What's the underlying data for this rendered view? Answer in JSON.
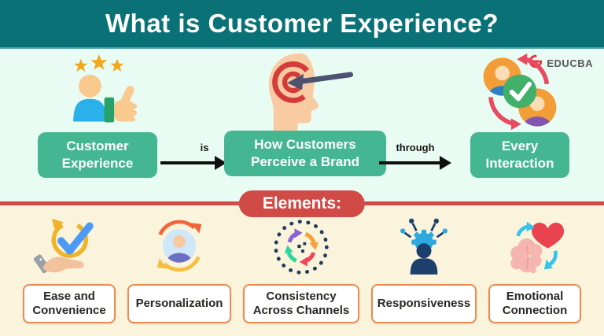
{
  "header": {
    "title": "What is Customer Experience?",
    "bg_color": "#0a7276"
  },
  "logo": {
    "brand": "EDUCBA",
    "icon": "educba-swirl-icon",
    "accent_color": "#e23a44"
  },
  "flow": {
    "node_color": "#45b692",
    "nodes": [
      {
        "label": "Customer Experience",
        "icon": "satisfied-customer-icon"
      },
      {
        "label": "How Customers Perceive a Brand",
        "icon": "brand-perception-icon"
      },
      {
        "label": "Every Interaction",
        "icon": "interaction-cycle-icon"
      }
    ],
    "connectors": [
      {
        "label": "is"
      },
      {
        "label": "through"
      }
    ]
  },
  "divider": {
    "label": "Elements:",
    "color": "#d04b46"
  },
  "elements": {
    "box_border_color": "#ec8a50",
    "items": [
      {
        "label": "Ease and Convenience",
        "icon": "hand-check-icon"
      },
      {
        "label": "Personalization",
        "icon": "personalization-cycle-icon"
      },
      {
        "label": "Consistency Across Channels",
        "icon": "dotted-cycle-icon"
      },
      {
        "label": "Responsiveness",
        "icon": "responsive-person-icon"
      },
      {
        "label": "Emotional Connection",
        "icon": "brain-heart-icon"
      }
    ]
  }
}
